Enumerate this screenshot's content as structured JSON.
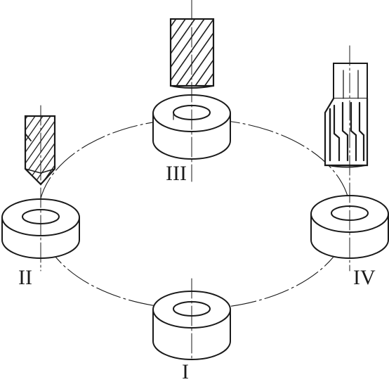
{
  "stations": [
    {
      "id": "I",
      "label": "I",
      "tool": "none"
    },
    {
      "id": "II",
      "label": "II",
      "tool": "drill-icon"
    },
    {
      "id": "III",
      "label": "III",
      "tool": "boring-bar-icon"
    },
    {
      "id": "IV",
      "label": "IV",
      "tool": "reamer-icon"
    }
  ],
  "colors": {
    "ink": "#1a1a1a",
    "background": "#ffffff"
  }
}
